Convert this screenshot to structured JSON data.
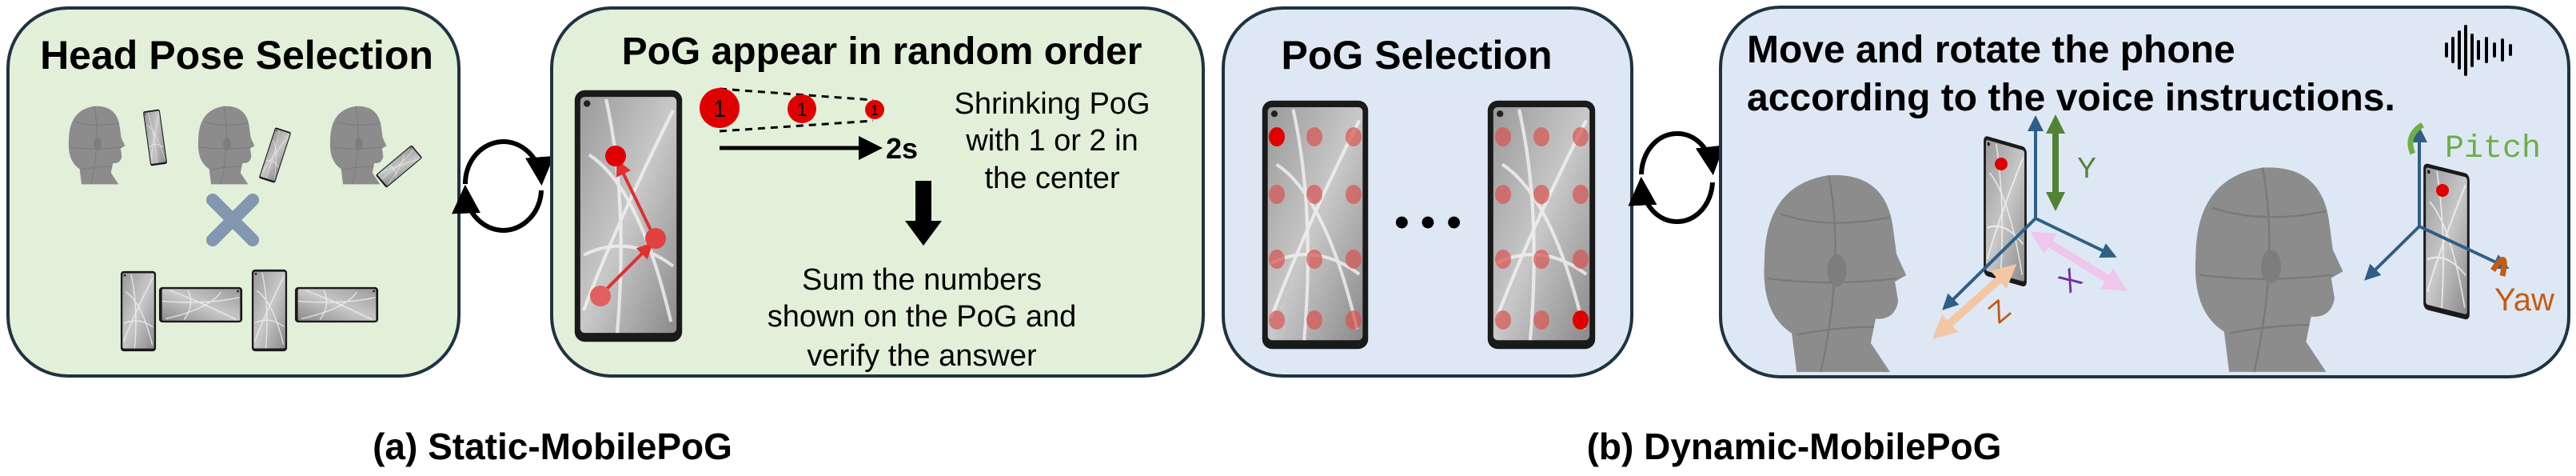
{
  "colors": {
    "static_panel_fill": "#e2f0d9",
    "dynamic_panel_fill": "#dee8f5",
    "panel_border": "#1f3340",
    "pog_red": "#e00000",
    "axis_blue": "#2f5f86",
    "y_green": "#548235",
    "z_peach": "#f4c7a4",
    "x_pink": "#efc6ec",
    "x_purple": "#7030a0",
    "pitch_green": "#70ad47",
    "yaw_orange": "#c55a11"
  },
  "static": {
    "head_pose": {
      "title": "Head Pose Selection",
      "combine_icon": "cross-icon"
    },
    "pog_random": {
      "title": "PoG appear in random order",
      "pog_number": "1",
      "duration": "2s",
      "shrink_note": [
        "Shrinking PoG",
        "with 1 or 2 in",
        "the center"
      ],
      "task_note": [
        "Sum the numbers",
        "shown on the PoG and",
        "verify the answer"
      ]
    },
    "caption": "(a) Static-MobilePoG"
  },
  "dynamic": {
    "pog_selection": {
      "title": "PoG Selection",
      "ellipsis": "• • •"
    },
    "voice": {
      "title_lines": [
        "Move and rotate the phone",
        "according to the voice instructions."
      ],
      "icon": "voice-waveform-icon",
      "axes": {
        "y": "Y",
        "z": "Z",
        "x": "X"
      },
      "rotations": {
        "pitch": "Pitch",
        "yaw": "Yaw"
      }
    },
    "caption": "(b) Dynamic-MobilePoG"
  },
  "loop_icon": "cycle-arrows-icon"
}
